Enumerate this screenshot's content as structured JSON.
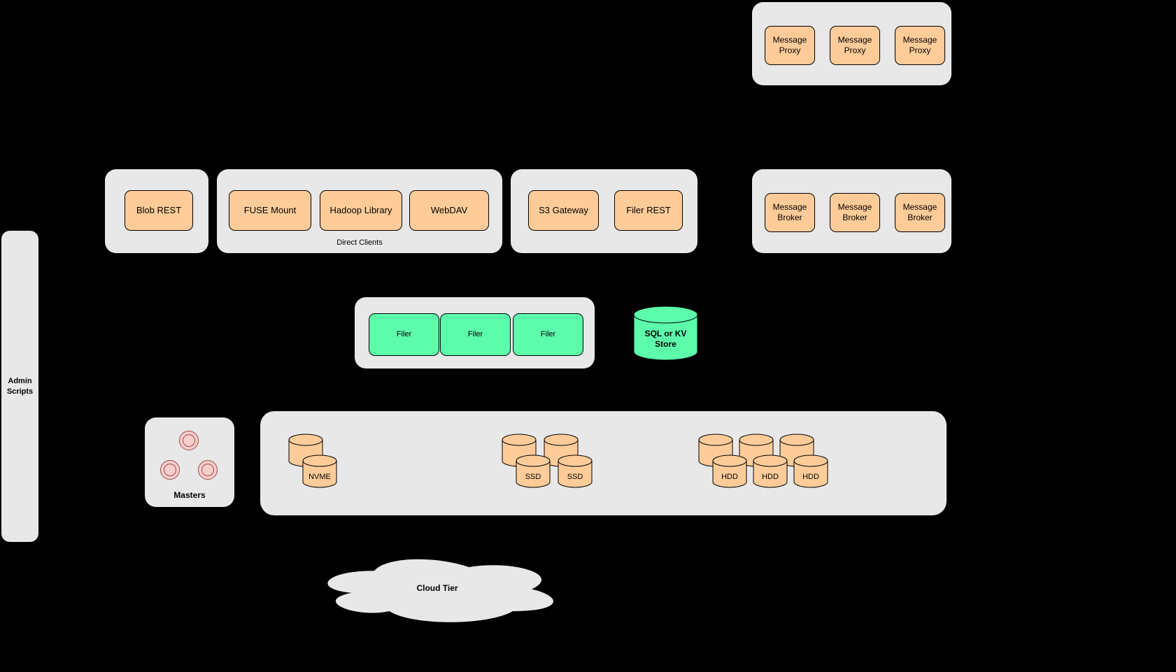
{
  "colors": {
    "background": "#000000",
    "group_fill": "#e8e8e8",
    "node_orange_fill": "#ffcc99",
    "node_green_fill": "#5dfcab",
    "master_fill": "#f8cecc",
    "master_stroke": "#9e4a46",
    "node_stroke": "#000000"
  },
  "groups": {
    "message_proxies": {
      "nodes": [
        "Message Proxy",
        "Message Proxy",
        "Message Proxy"
      ]
    },
    "blob_rest": {
      "nodes": [
        "Blob REST"
      ]
    },
    "direct_clients": {
      "caption": "Direct Clients",
      "nodes": [
        "FUSE Mount",
        "Hadoop Library",
        "WebDAV"
      ]
    },
    "gateways": {
      "nodes": [
        "S3 Gateway",
        "Filer REST"
      ]
    },
    "message_brokers": {
      "nodes": [
        "Message Broker",
        "Message Broker",
        "Message Broker"
      ]
    },
    "filers": {
      "nodes": [
        "Filer",
        "Filer",
        "Filer"
      ]
    },
    "sql_store": {
      "label": "SQL or KV Store"
    },
    "admin_scripts": {
      "label": "Admin Scripts"
    },
    "masters": {
      "label": "Masters"
    },
    "volume_servers": {
      "nvme_labels": [
        "NVME"
      ],
      "ssd_labels": [
        "SSD",
        "SSD"
      ],
      "hdd_labels": [
        "HDD",
        "HDD",
        "HDD"
      ]
    },
    "cloud_tier": {
      "label": "Cloud Tier"
    }
  }
}
